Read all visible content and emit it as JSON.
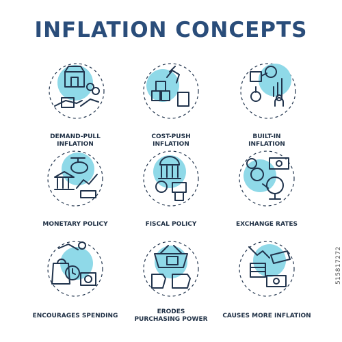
{
  "title": "INFLATION CONCEPTS",
  "accent_color": "#8fd9e8",
  "outline_color": "#20334c",
  "title_color": "#2a4d7a",
  "items": [
    {
      "icon": "demand-pull-icon",
      "lines": [
        "DEMAND-PULL",
        "INFLATION"
      ]
    },
    {
      "icon": "cost-push-icon",
      "lines": [
        "COST-PUSH",
        "INFLATION"
      ]
    },
    {
      "icon": "built-in-icon",
      "lines": [
        "BUILT-IN",
        "INFLATION"
      ]
    },
    {
      "icon": "monetary-policy-icon",
      "lines": [
        "MONETARY POLICY"
      ]
    },
    {
      "icon": "fiscal-policy-icon",
      "lines": [
        "FISCAL POLICY"
      ]
    },
    {
      "icon": "exchange-rates-icon",
      "lines": [
        "EXCHANGE RATES"
      ]
    },
    {
      "icon": "encourages-spending-icon",
      "lines": [
        "ENCOURAGES SPENDING"
      ]
    },
    {
      "icon": "erodes-purchasing-power-icon",
      "lines": [
        "ERODES",
        "PURCHASING POWER"
      ]
    },
    {
      "icon": "causes-more-inflation-icon",
      "lines": [
        "CAUSES MORE INFLATION"
      ]
    }
  ],
  "side_id": "515817272"
}
